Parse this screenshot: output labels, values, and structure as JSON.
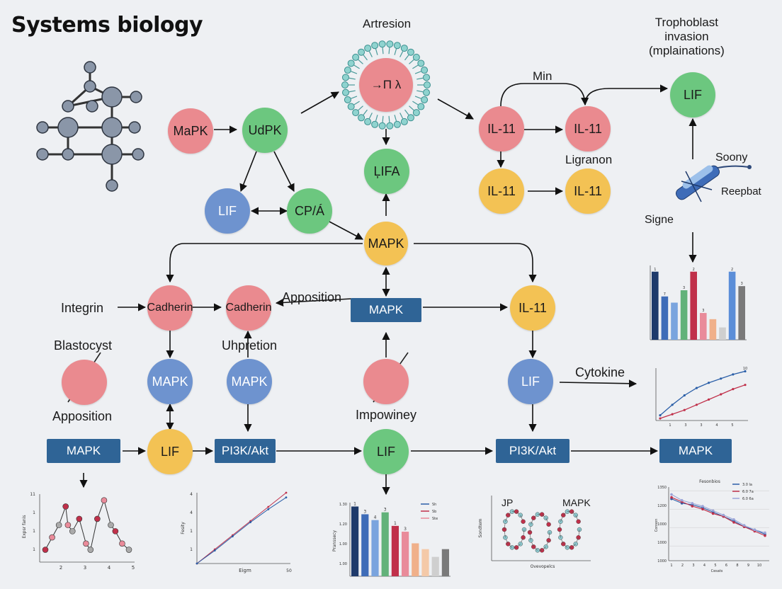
{
  "title": "Systems biology",
  "labels": {
    "artresion": "Artresion",
    "trophoblast": "Trophoblast\ninvasion\n(mplainations)",
    "min": "Min",
    "ligranon": "Ligranon",
    "soony": "Soony",
    "reepbat": "Reepbat",
    "signe": "Signe",
    "integrin": "Integrin",
    "apposition_top": "Apposition",
    "blastocyst": "Blastocyst",
    "uhpretion": "Uhpretion",
    "apposition_left": "Apposition",
    "impowiney": "Impowiney",
    "cytokine": "Cytokine",
    "jp": "JP",
    "mapk_small": "MAPK"
  },
  "nodes": {
    "mapk_red": "MaPK",
    "udpk": "UdPK",
    "center_symbol": "→Π λ",
    "lifa": "ĻIFA",
    "il11_a": "IL-11",
    "il11_b": "IL-11",
    "il11_c": "IL-11",
    "il11_d": "IL-11",
    "lif_top_right": "LIF",
    "lif_blue": "LIF",
    "cpa": "CP/Á",
    "mapk_yellow": "MAPK",
    "cadherin_1": "Cadherin",
    "cadherin_2": "Cadherin",
    "mapk_box_mid": "MAPK",
    "il11_mid": "IL-11",
    "mapk_blue_1": "MAPK",
    "mapk_blue_2": "MAPK",
    "lif_blue_2": "LIF",
    "lif_yellow": "LIF",
    "lif_green": "LIF",
    "mapk_box_left": "MAPK",
    "pi3k_1": "PI3K/Akt",
    "pi3k_2": "PI3K/Akt",
    "mapk_box_right": "MAPK"
  },
  "colors": {
    "red": "#ea8a8f",
    "green": "#6cc77f",
    "blue": "#6e93cf",
    "yellow": "#f3c254",
    "navy": "#2f6496",
    "background": "#eef0f3"
  },
  "chart_data": [
    {
      "type": "bar",
      "categories": [
        "",
        "",
        "",
        "",
        "",
        "",
        "",
        "",
        "",
        ""
      ],
      "values": [
        3.3,
        2.1,
        1.8,
        2.4,
        3.3,
        1.3,
        1.0,
        0.6,
        3.3,
        2.6
      ],
      "data_labels": [
        "1",
        "7",
        "",
        "3",
        "2",
        "3",
        "",
        "",
        "2",
        "3"
      ],
      "colors": [
        "#1e3a6b",
        "#3e6cb8",
        "#7aa4de",
        "#62b27a",
        "#c0304a",
        "#e98b9a",
        "#f0b08a",
        "#cfcfcf",
        "#5b8ed8",
        "#7a7a7a"
      ]
    },
    {
      "type": "line",
      "x": [
        1,
        2,
        3,
        4,
        5,
        6,
        7,
        8
      ],
      "series": [
        {
          "values": [
            0.5,
            1.5,
            2.4,
            3.1,
            3.6,
            4.0,
            4.4,
            4.7
          ],
          "color": "#2b5fa8"
        },
        {
          "values": [
            0.2,
            0.6,
            1.0,
            1.5,
            2.0,
            2.5,
            3.0,
            3.4
          ],
          "color": "#c0304a"
        }
      ],
      "xticks": [
        "1",
        "3",
        "3",
        "4",
        "5"
      ],
      "data_labels": [
        "10"
      ]
    },
    {
      "type": "line",
      "title": "Fesonbios",
      "xlabel": "Cesats",
      "ylabel": "Conson",
      "x": [
        1,
        2,
        3,
        4,
        5,
        6,
        7,
        8,
        9,
        10
      ],
      "series": [
        {
          "name": "3.0 la",
          "values": [
            4.2,
            3.9,
            3.8,
            3.6,
            3.3,
            3.0,
            2.7,
            2.3,
            2.1,
            1.8
          ],
          "color": "#2b5fa8"
        },
        {
          "name": "6.0 7a",
          "values": [
            4.3,
            4.0,
            3.7,
            3.5,
            3.2,
            3.0,
            2.6,
            2.3,
            2.0,
            1.7
          ],
          "color": "#c0304a"
        },
        {
          "name": "6.0 6a",
          "values": [
            4.5,
            4.1,
            3.9,
            3.7,
            3.4,
            3.1,
            2.8,
            2.4,
            2.1,
            1.9
          ],
          "color": "#9aa4d8"
        }
      ],
      "yticks": [
        "1350",
        "1200",
        "1000",
        "1000",
        "1000"
      ],
      "xticks": [
        "1",
        "2",
        "3",
        "4",
        "5",
        "6",
        "8",
        "9",
        "10"
      ]
    },
    {
      "type": "line",
      "ylabel": "Expsr fanis",
      "x": [
        1,
        1.3,
        1.6,
        1.9,
        2.0,
        2.2,
        2.5,
        2.8,
        3.0,
        3.3,
        3.6,
        3.9,
        4.1,
        4.4,
        4.7
      ],
      "series": [
        {
          "values": [
            2,
            4,
            6,
            9,
            6,
            5,
            7,
            3,
            2,
            7,
            10,
            6,
            5,
            3,
            2
          ],
          "color": "#333333"
        }
      ],
      "yticks": [
        "11",
        "1",
        "1",
        "1"
      ],
      "xticks": [
        "2",
        "3",
        "4",
        "5"
      ]
    },
    {
      "type": "line",
      "xlabel": "Eigm",
      "ylabel": "Fesity",
      "x": [
        0,
        1,
        2,
        3,
        4,
        5
      ],
      "series": [
        {
          "values": [
            0,
            1.2,
            2.4,
            3.6,
            4.8,
            6.0
          ],
          "color": "#c0304a"
        },
        {
          "values": [
            0,
            1.1,
            2.3,
            3.5,
            4.6,
            5.6
          ],
          "color": "#2b5fa8"
        }
      ],
      "yticks": [
        "4",
        "4",
        "1",
        "1"
      ],
      "data_labels": [
        "50"
      ]
    },
    {
      "type": "bar",
      "ylabel": "Pranssecy",
      "categories": [
        "",
        "",
        "",
        "",
        "",
        "",
        "",
        "",
        "",
        ""
      ],
      "values": [
        3.6,
        3.2,
        2.9,
        3.3,
        2.6,
        2.3,
        1.7,
        1.4,
        1.0,
        1.4
      ],
      "data_labels": [
        "1",
        "3",
        "4",
        "3",
        "1",
        "3",
        "",
        "",
        "",
        ""
      ],
      "colors": [
        "#1e3a6b",
        "#3e6cb8",
        "#7aa4de",
        "#62b27a",
        "#c0304a",
        "#e98b9a",
        "#f0b08a",
        "#f4c9a8",
        "#cfcfcf",
        "#7a7a7a"
      ],
      "legend": [
        "Sh",
        "Sb",
        "Ste"
      ],
      "yticks": [
        "1.30",
        "1.20",
        "1.00",
        "1.00"
      ]
    },
    {
      "type": "scatter",
      "xlabel": "Ovevopelcs",
      "ylabel": "Sondtem",
      "title_labels": [
        "JP",
        "MAPK"
      ]
    }
  ]
}
